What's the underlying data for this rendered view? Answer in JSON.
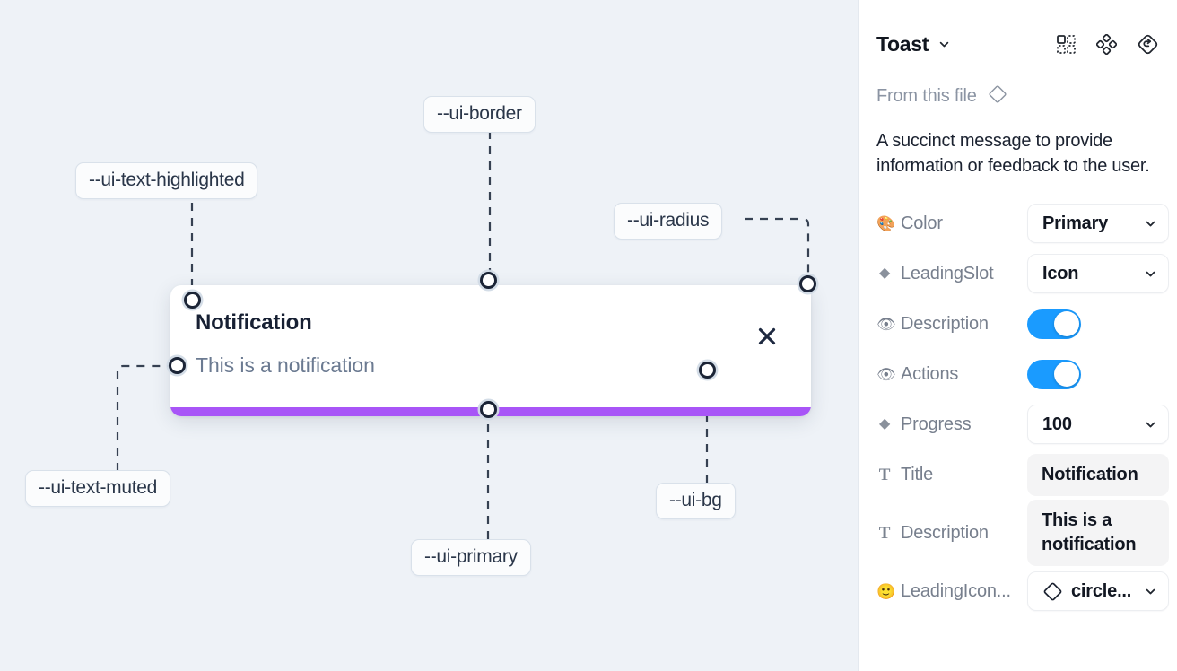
{
  "canvas": {
    "background": "#eef2f7",
    "toast": {
      "title": "Notification",
      "description": "This is a notification",
      "close_icon": "close-icon",
      "progress_color": "#a855f7",
      "background": "#ffffff"
    },
    "annotations": [
      {
        "id": "border",
        "label": "--ui-border"
      },
      {
        "id": "text-highlighted",
        "label": "--ui-text-highlighted"
      },
      {
        "id": "radius",
        "label": "--ui-radius"
      },
      {
        "id": "text-muted",
        "label": "--ui-text-muted"
      },
      {
        "id": "primary",
        "label": "--ui-primary"
      },
      {
        "id": "bg",
        "label": "--ui-bg"
      }
    ]
  },
  "panel": {
    "title": "Toast",
    "title_caret": "chevron-down-icon",
    "header_icons": [
      {
        "name": "component-grid-icon"
      },
      {
        "name": "four-dots-diamond-icon"
      },
      {
        "name": "reset-diamond-icon"
      }
    ],
    "from_file": {
      "label": "From this file",
      "icon": "diamond-icon"
    },
    "description": "A succinct message to provide information or feedback to the user.",
    "properties": [
      {
        "icon": "palette-emoji",
        "glyph": "🎨",
        "icon_type": "emoji",
        "label": "Color",
        "control": "select",
        "value": "Primary"
      },
      {
        "icon": "diamond-icon",
        "glyph": "◆",
        "icon_type": "diamond",
        "label": "LeadingSlot",
        "control": "select",
        "value": "Icon"
      },
      {
        "icon": "eye-emoji",
        "glyph": "👁",
        "icon_type": "emoji",
        "label": "Description",
        "control": "toggle",
        "value": "on"
      },
      {
        "icon": "eye-emoji",
        "glyph": "👁",
        "icon_type": "emoji",
        "label": "Actions",
        "control": "toggle",
        "value": "on"
      },
      {
        "icon": "diamond-icon",
        "glyph": "◆",
        "icon_type": "diamond",
        "label": "Progress",
        "control": "select",
        "value": "100"
      },
      {
        "icon": "text-glyph",
        "glyph": "T",
        "icon_type": "t",
        "label": "Title",
        "control": "textfield",
        "value": "Notification"
      },
      {
        "icon": "text-glyph",
        "glyph": "T",
        "icon_type": "t",
        "label": "Description",
        "control": "textfield",
        "value": "This is a notification"
      },
      {
        "icon": "smiley-emoji",
        "glyph": "🙂",
        "icon_type": "emoji",
        "label": "LeadingIcon...",
        "control": "icon-select",
        "value": "circle..."
      }
    ],
    "toggle_color": "#1a9bff"
  }
}
